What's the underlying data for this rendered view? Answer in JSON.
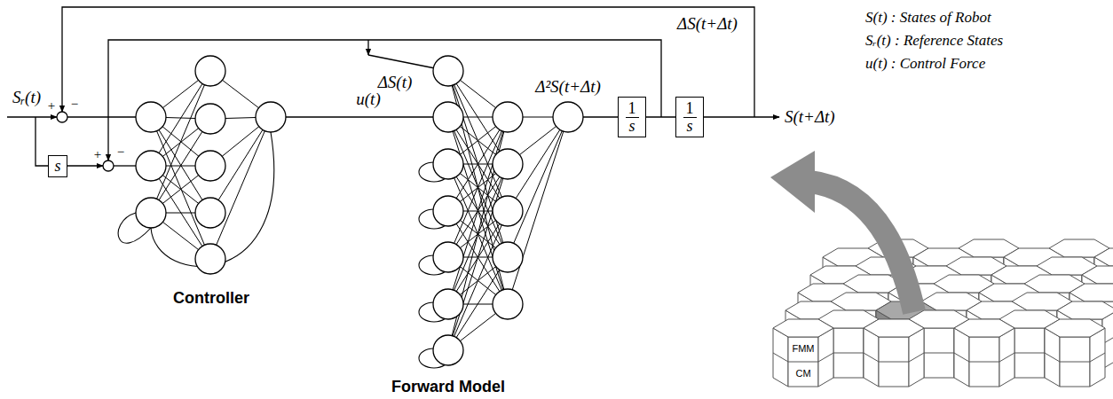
{
  "diagram": {
    "nodes": [
      {
        "text": [
          "s"
        ]
      },
      {
        "text": [
          "1",
          "s"
        ]
      },
      {
        "text": [
          "1",
          "s"
        ]
      }
    ],
    "edges": [
      {
        "from": 1,
        "to": 2,
        "arrow": "none"
      }
    ],
    "labels": [
      "Sᵣ(t)",
      "+",
      "−",
      "+",
      "−",
      "u(t)",
      "ΔS(t)",
      "Δ²S(t+Δt)",
      "ΔS(t+Δt)",
      "S(t+Δt)",
      "S(t) : States of Robot",
      "Sᵣ(t) : Reference States",
      "u(t) : Control Force",
      "Controller",
      "Forward Model",
      "FMM",
      "CM"
    ]
  }
}
